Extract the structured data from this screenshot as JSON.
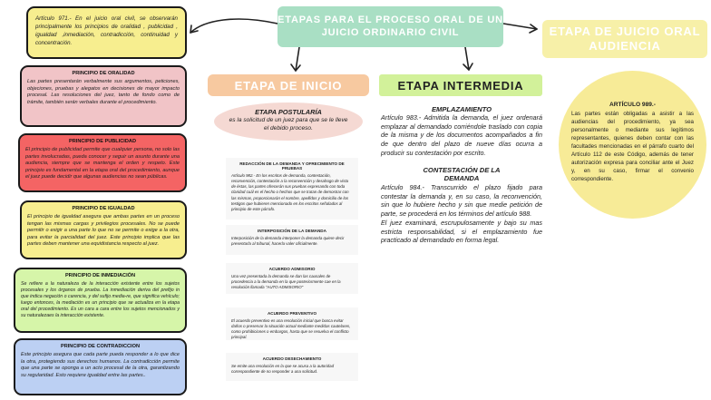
{
  "header": {
    "main_title": "ETAPAS PARA EL PROCESO ORAL DE UN JUICIO ORDINARIO CIVIL",
    "stage_inicio": "ETAPA DE INICIO",
    "stage_intermedia": "ETAPA INTERMEDIA",
    "stage_audiencia": "ETAPA DE JUICIO ORAL AUDIENCIA"
  },
  "left": {
    "article971": "Artículo 971.- En el juicio oral civil, se observarán principalmente los principios de oralidad , publicidad , igualdad ,inmediación, contradicción, continuidad y concentración.",
    "principles": [
      {
        "title": "PRINCIPIO DE ORALIDAD",
        "text": "Las partes presentarán verbalmente sus argumentos, peticiones, objeciones, pruebas y alegatos en decisiones de mayor impacto procesal. Las resoluciones del juez, tanto de fondo como de trámite, también serán verbales durante el procedimiento."
      },
      {
        "title": "PRINCIPIO DE PUBLICIDAD",
        "text": "El principio de publicidad permite que cualquier persona, no solo las partes involucradas, pueda conocer y seguir un asunto durante una audiencia, siempre que se mantenga el orden y respeto. Este principio es fundamental en la etapa oral del procedimiento, aunque el juez puede decidir que algunas audiencias no sean públicas."
      },
      {
        "title": "PRINCIPIO DE IGUALDAD",
        "text": "El principio de igualdad asegura que ambas partes en un proceso tengan las mismas cargas y privilegios procesales. No se puede permitir o exigir a una parte lo que no se permite o exige a la otra, para evitar la parcialidad del juez. Este principio implica que las partes deben mantener una equidistancia respecto al juez."
      },
      {
        "title": "PRINCIPIO DE INMEDIACIÓN",
        "text": "Se refiere a la naturaleza de la interacción existente entre los sujetos procesales y los órganos de prueba. La inmediación deriva del prefijo in que indica negación o carencia, y del sufijo media-re, que significa vehículo; luego entonces, la mediación es un principio que se actualiza en la etapa oral del procedimiento. Es un cara a cara entre los sujetos mencionados y su naturalezaes la interacción existente."
      },
      {
        "title": "PRINCIPIO DE CONTRADICCION",
        "text": "Este principio asegura que cada parte pueda responder a lo que dice la otra, protegiendo sus derechos humanos. La contradicción permite que una parte se oponga a un acto procesal de la otra, garantizando su regularidad. Esto requiere igualdad entre las partes.."
      }
    ]
  },
  "inicio": {
    "postularia_title": "ETAPA POSTULARÍA",
    "postularia_text": "es la solicitud de un juez para que se le lleve el debido proceso.",
    "items": [
      {
        "title": "REDACCIÓN DE LA DEMANDA Y OFRECIMIENTO DE PRUEBAS",
        "text": "Artículo 982.- En los escritos de demanda, contestación, reconvención, contestación a la reconvención y desahogo de vista de éstas, las partes ofrecerán sus pruebas expresando con toda claridad cuál es el hecho o hechos que se tratan de demostrar con las mismas, proporcionarán el nombre, apellidos y domicilio de los testigos que hubieren mencionado en los escritos señalados al principio de este párrafo."
      },
      {
        "title": "INTERPOSICIÓN DE LA DEMANDA",
        "text": "Interposición de la demanda interponer la demanda quiere decir presentarla al tribunal, hacerla valer oficialmente."
      },
      {
        "title": "ACUERDO ADMISORIO",
        "text": "Una vez presentada la demanda se dan las causales de procedencia a la demanda en la que posteriormente cae en la resolución llamada \"AUTO ADMISORIO\""
      },
      {
        "title": "ACUERDO PREVENTIVO",
        "text": "El acuerdo preventivo es una resolución inicial que busca evitar daños o preservar la situación actual mediante medidas cautelares, como prohibiciones o embargos, hasta que se resuelva el conflicto principal."
      },
      {
        "title": "ACUERDO DESECHAMIENTO",
        "text": "Se emite una resolución en la que se acusa a la autoridad correspondiente de no responder a una solicitud."
      }
    ]
  },
  "intermedia": {
    "emplazamiento_title": "EMPLAZAMIENTO",
    "emplazamiento_text": "Artículo 983.- Admitida la demanda, el juez ordenará emplazar al demandado corriéndole traslado con copia de la misma y de los documentos acompañados a fin de que dentro del plazo de nueve días ocurra a producir su contestación por escrito.",
    "contestacion_title_1": "CONTESTACIÓN DE LA",
    "contestacion_title_2": "DEMANDA",
    "contestacion_text_1": "Artículo 984.- Transcurrido el plazo fijado para contestar la demanda y, en su caso, la reconvención, sin que lo hubiere hecho y sin que medie petición de parte, se procederá en los términos del artículo 988.",
    "contestacion_text_2": "El juez examinará, escrupulosamente y bajo su mas estricta responsabilidad, si el emplazamiento fue practicado al demandado en forma legal."
  },
  "audiencia": {
    "article_title": "ARTÍCULO 989.-",
    "article_text": "Las partes están obligadas a asistir a las audiencias del procedimiento, ya sea personalmente o mediante sus legítimos representantes, quienes deben contar con las facultades mencionadas en el párrafo cuarto del Artículo 112 de este Código, además de tener autorización expresa para conciliar ante el Juez y, en su caso, firmar el convenio correspondiente."
  },
  "colors": {
    "box1": "#f7ee8f",
    "box2": "#f1c4c7",
    "box3": "#f46464",
    "box4": "#f7ee8f",
    "box5": "#d6f5a9",
    "box6": "#bcd0f3",
    "title_bg": "#a9dfc4",
    "inicio_bg": "#f7c9a0",
    "inter_bg": "#d2f19a",
    "aud_bg": "#f7f0a8"
  }
}
